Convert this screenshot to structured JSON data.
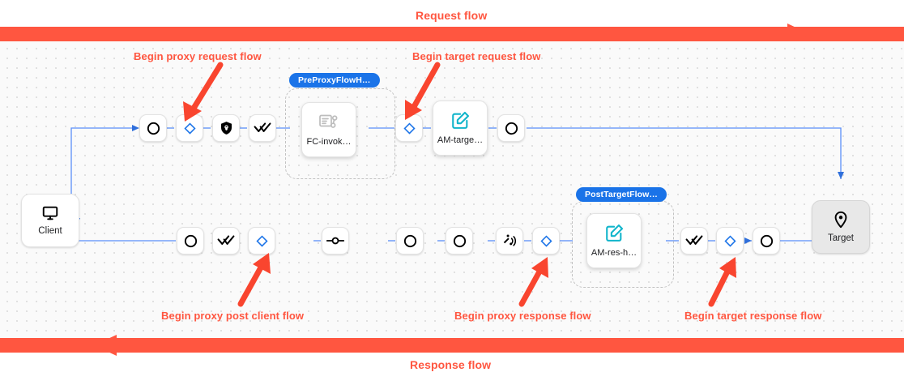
{
  "banners": {
    "request": {
      "label": "Request flow",
      "color": "#ff5640",
      "direction": "right"
    },
    "response": {
      "label": "Response flow",
      "color": "#ff5640",
      "direction": "left"
    }
  },
  "endpoints": {
    "client": {
      "label": "Client",
      "icon": "monitor-icon"
    },
    "target": {
      "label": "Target",
      "icon": "location-pin-icon"
    }
  },
  "request_row": {
    "steps": [
      {
        "id": "req-start",
        "icon": "circle-icon",
        "icon_color": "#000000"
      },
      {
        "id": "req-flow-callout",
        "icon": "diamond-icon",
        "icon_color": "#1a73e8"
      },
      {
        "id": "req-security",
        "icon": "shield-lock-icon",
        "icon_color": "#000000"
      },
      {
        "id": "req-verify",
        "icon": "double-check-icon",
        "icon_color": "#000000"
      }
    ],
    "group": {
      "badge": "PreProxyFlowH…",
      "policy": {
        "label": "FC-invok…",
        "icon": "flow-callout-icon",
        "icon_color": "#bdbdbd"
      }
    },
    "target_steps": [
      {
        "id": "target-flow-callout",
        "icon": "diamond-icon",
        "icon_color": "#1a73e8"
      }
    ],
    "target_policy": {
      "label": "AM-targe…",
      "icon": "assign-message-icon",
      "icon_color": "#12b5cb"
    },
    "tail_steps": [
      {
        "id": "req-end",
        "icon": "circle-icon",
        "icon_color": "#000000"
      }
    ]
  },
  "response_row": {
    "left_steps": [
      {
        "id": "res-client-end",
        "icon": "circle-icon",
        "icon_color": "#000000"
      },
      {
        "id": "res-verify",
        "icon": "double-check-icon",
        "icon_color": "#000000"
      },
      {
        "id": "res-post-client",
        "icon": "diamond-icon",
        "icon_color": "#1a73e8"
      }
    ],
    "mid_steps": [
      {
        "id": "res-node-connector",
        "icon": "node-connector-icon",
        "icon_color": "#000000"
      },
      {
        "id": "res-proxy-start",
        "icon": "circle-icon",
        "icon_color": "#000000"
      },
      {
        "id": "res-proxy-second",
        "icon": "circle-icon",
        "icon_color": "#000000"
      },
      {
        "id": "res-signal",
        "icon": "satellite-signal-icon",
        "icon_color": "#000000"
      },
      {
        "id": "res-proxy-response",
        "icon": "diamond-icon",
        "icon_color": "#1a73e8"
      }
    ],
    "group": {
      "badge": "PostTargetFlow…",
      "policy": {
        "label": "AM-res-h…",
        "icon": "assign-message-icon",
        "icon_color": "#12b5cb"
      }
    },
    "right_steps": [
      {
        "id": "res-target-verify",
        "icon": "double-check-icon",
        "icon_color": "#000000"
      },
      {
        "id": "res-target-response",
        "icon": "diamond-icon",
        "icon_color": "#1a73e8"
      },
      {
        "id": "res-target-end",
        "icon": "circle-icon",
        "icon_color": "#000000"
      }
    ]
  },
  "annotations": [
    {
      "id": "begin-proxy-request-flow",
      "text": "Begin proxy request flow"
    },
    {
      "id": "begin-target-request-flow",
      "text": "Begin target request flow"
    },
    {
      "id": "begin-proxy-post-client-flow",
      "text": "Begin proxy post client flow"
    },
    {
      "id": "begin-proxy-response-flow",
      "text": "Begin proxy response flow"
    },
    {
      "id": "begin-target-response-flow",
      "text": "Begin target response flow"
    }
  ],
  "colors": {
    "accent_red": "#ff5640",
    "accent_blue": "#1a73e8",
    "wire_blue": "#5b8ff9",
    "policy_cyan": "#12b5cb",
    "canvas_bg": "#fafafa"
  }
}
